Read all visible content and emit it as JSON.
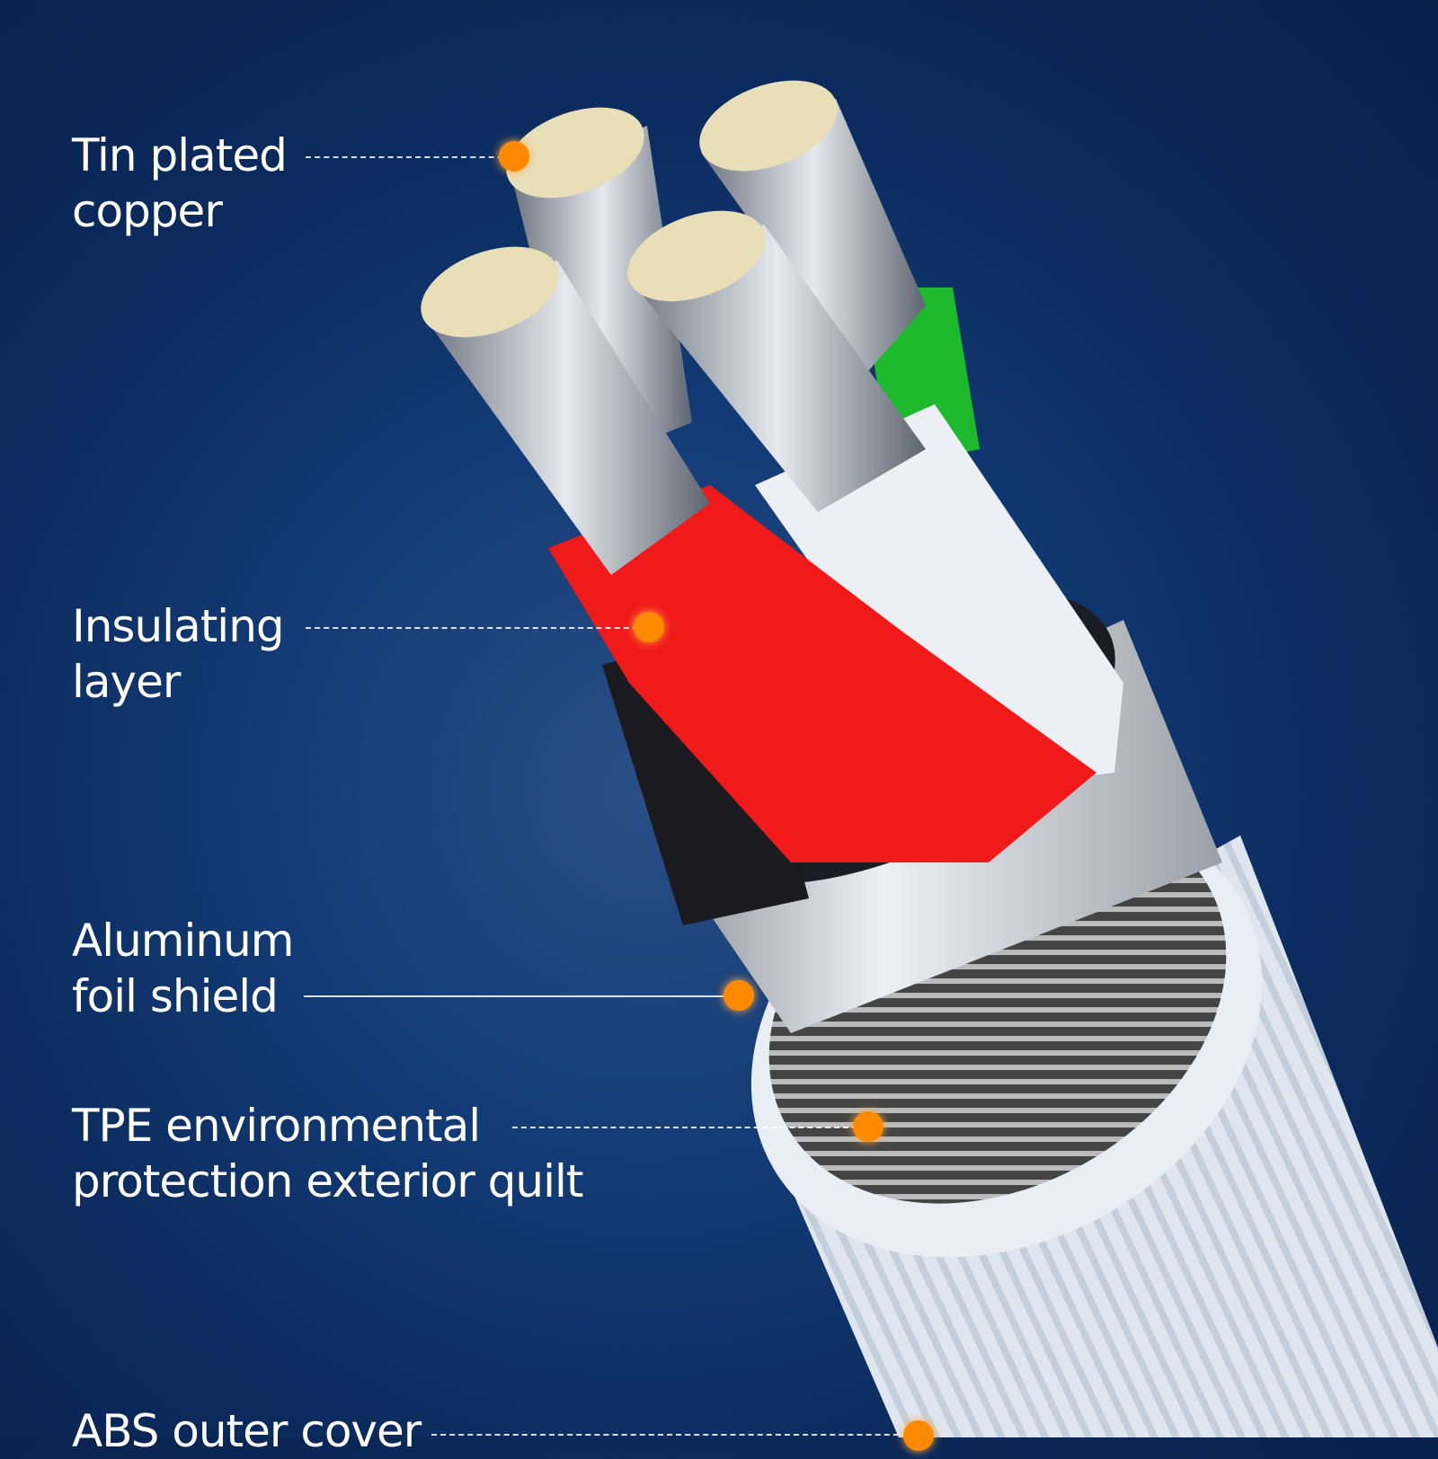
{
  "labels": [
    {
      "line1": "Tin plated",
      "line2": "copper"
    },
    {
      "line1": "Insulating",
      "line2": "layer"
    },
    {
      "line1": "Aluminum",
      "line2": "foil shield"
    },
    {
      "line1": "TPE environmental",
      "line2": "protection exterior quilt"
    },
    {
      "line1": "ABS outer cover"
    }
  ],
  "colors": {
    "accent": "#ff8a00",
    "wire_red": "#f01a1a",
    "wire_green": "#1fb92e",
    "wire_white": "#eceff3",
    "wire_black": "#1b1b1f"
  }
}
